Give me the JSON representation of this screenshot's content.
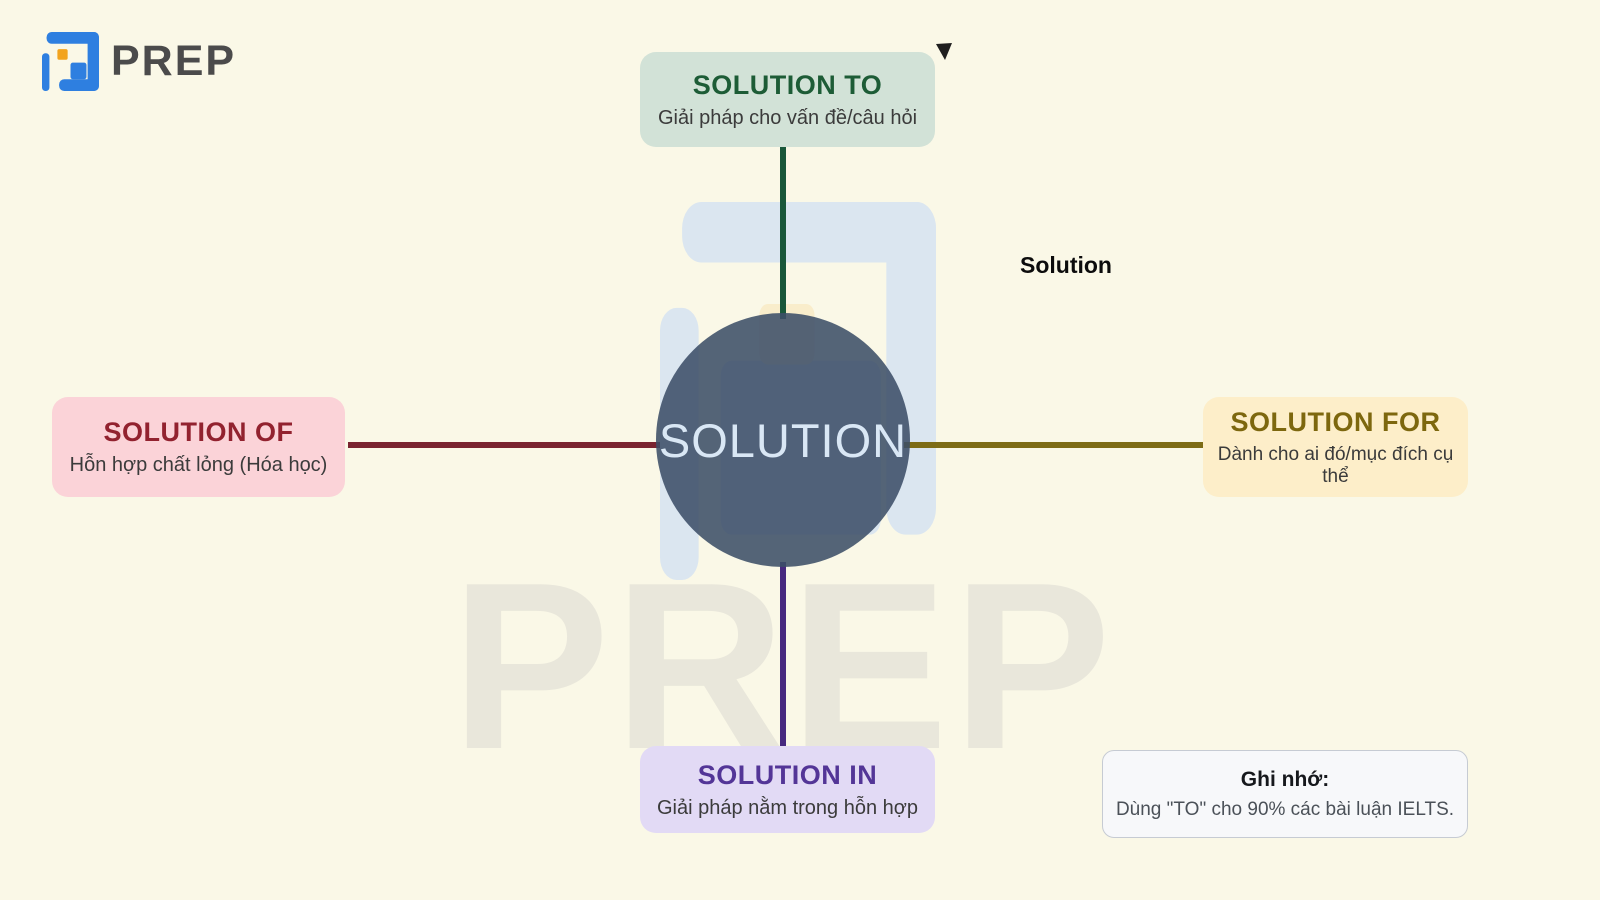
{
  "brand": {
    "name": "PREP"
  },
  "watermark": {
    "text": "PREP"
  },
  "center": {
    "label": "SOLUTION"
  },
  "floating_label": "Solution",
  "nodes": {
    "top": {
      "title": "SOLUTION TO",
      "subtitle": "Giải pháp cho vấn đề/câu hỏi",
      "bg": "#d2e2d7",
      "title_color": "#1d5c36",
      "line_color": "#19573a"
    },
    "left": {
      "title": "SOLUTION OF",
      "subtitle": "Hỗn hợp chất lỏng (Hóa học)",
      "bg": "#fbd3d8",
      "title_color": "#92222f",
      "line_color": "#7a2430"
    },
    "right": {
      "title": "SOLUTION FOR",
      "subtitle": "Dành cho ai đó/mục đích cụ thể",
      "bg": "#fdeec9",
      "title_color": "#7d670e",
      "line_color": "#7d6c16"
    },
    "bottom": {
      "title": "SOLUTION IN",
      "subtitle": "Giải pháp nằm trong hỗn hợp",
      "bg": "#e2daf5",
      "title_color": "#533597",
      "line_color": "#47297f"
    }
  },
  "note": {
    "title": "Ghi nhớ:",
    "body": "Dùng \"TO\" cho 90% các bài luận IELTS."
  },
  "colors": {
    "background": "#faf8e7",
    "brand_blue": "#2e7fe0",
    "brand_orange": "#f2a41f",
    "brand_text": "#4b4b4b",
    "watermark_blue": "#dbe6f0",
    "watermark_yellow": "#f9edcb",
    "watermark_text": "#e9e7db",
    "circle_fill": "rgba(60,78,104,0.88)",
    "circle_text": "#d9e7f5",
    "note_bg": "#f7f8fa",
    "cursor": "#1f1f1f"
  }
}
